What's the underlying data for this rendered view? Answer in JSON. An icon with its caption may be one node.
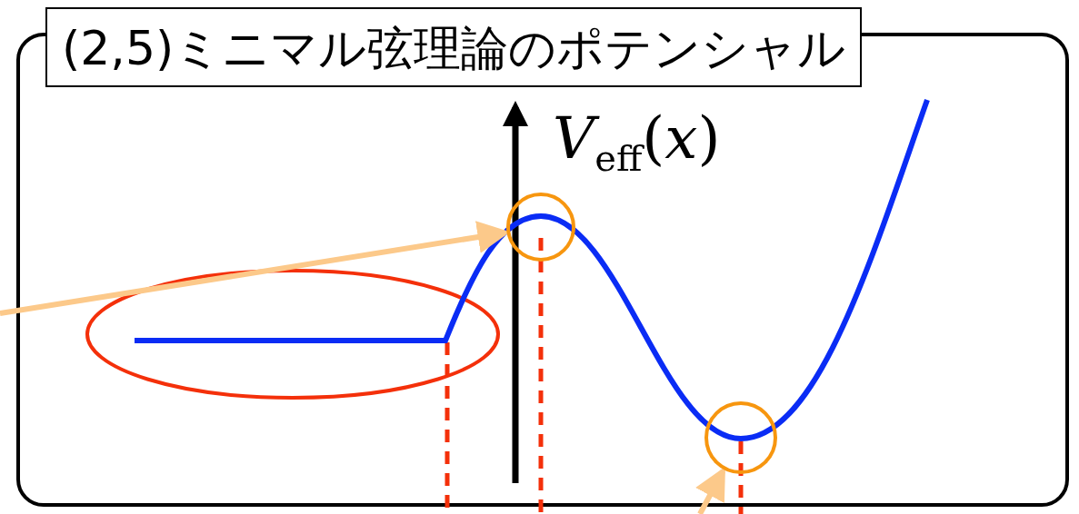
{
  "diagram": {
    "title": "(2,5)ミニマル弦理論のポテンシャル",
    "nodes": [
      {
        "text": [],
        "shape": "circle"
      },
      {
        "text": [],
        "shape": "circle"
      }
    ],
    "edges": [
      {
        "from": null,
        "to": 0,
        "arrow": "to"
      },
      {
        "from": null,
        "to": 1,
        "arrow": "to"
      }
    ],
    "labels": [
      "*V*$_{eff}$(*x*)"
    ]
  }
}
